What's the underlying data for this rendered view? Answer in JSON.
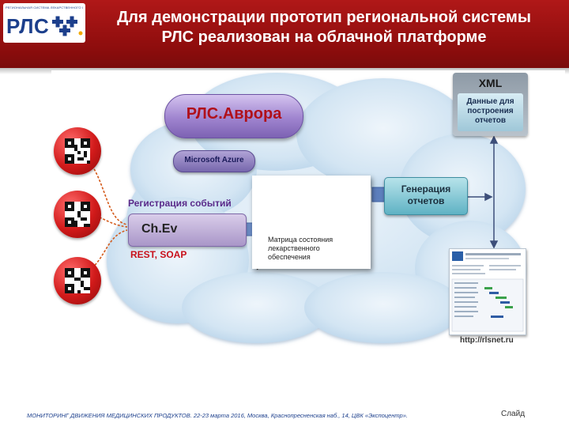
{
  "header": {
    "logo_small_text": "РЕГИОНАЛЬНАЯ СИСТЕМА ЛЕКАРСТВЕННОГО ОБЕСПЕЧЕНИЯ",
    "logo_text": "РЛС",
    "title_line1": "Для демонстрации прототип региональной системы",
    "title_line2": "РЛС реализован на облачной платформе"
  },
  "diagram": {
    "aurora_label": "РЛС.Аврора",
    "azure_label": "Microsoft Azure",
    "registration_label": "Регистрация событий",
    "chev_label": "Ch.Ev",
    "rest_label": "REST, SOAP",
    "matrix_label": "Матрица состояния\nлекарственного\nобеспечения",
    "generation_label": "Генерация\nотчетов",
    "xml_title": "XML",
    "xml_desc": "Данные для\nпостроения\nотчетов",
    "url": "http://rlsnet.ru"
  },
  "footer": {
    "text": "МОНИТОРИНГ ДВИЖЕНИЯ МЕДИЦИНСКИХ ПРОДУКТОВ. 22-23 марта 2016, Москва, Краснопресненская наб., 14, ЦВК «Экспоцентр».",
    "slide_label": "Слайд"
  },
  "colors": {
    "header_red": "#9e1212",
    "accent_purple": "#8f74c4",
    "accent_teal": "#5fb2c4",
    "cloud_blue": "#d6e7f4"
  }
}
